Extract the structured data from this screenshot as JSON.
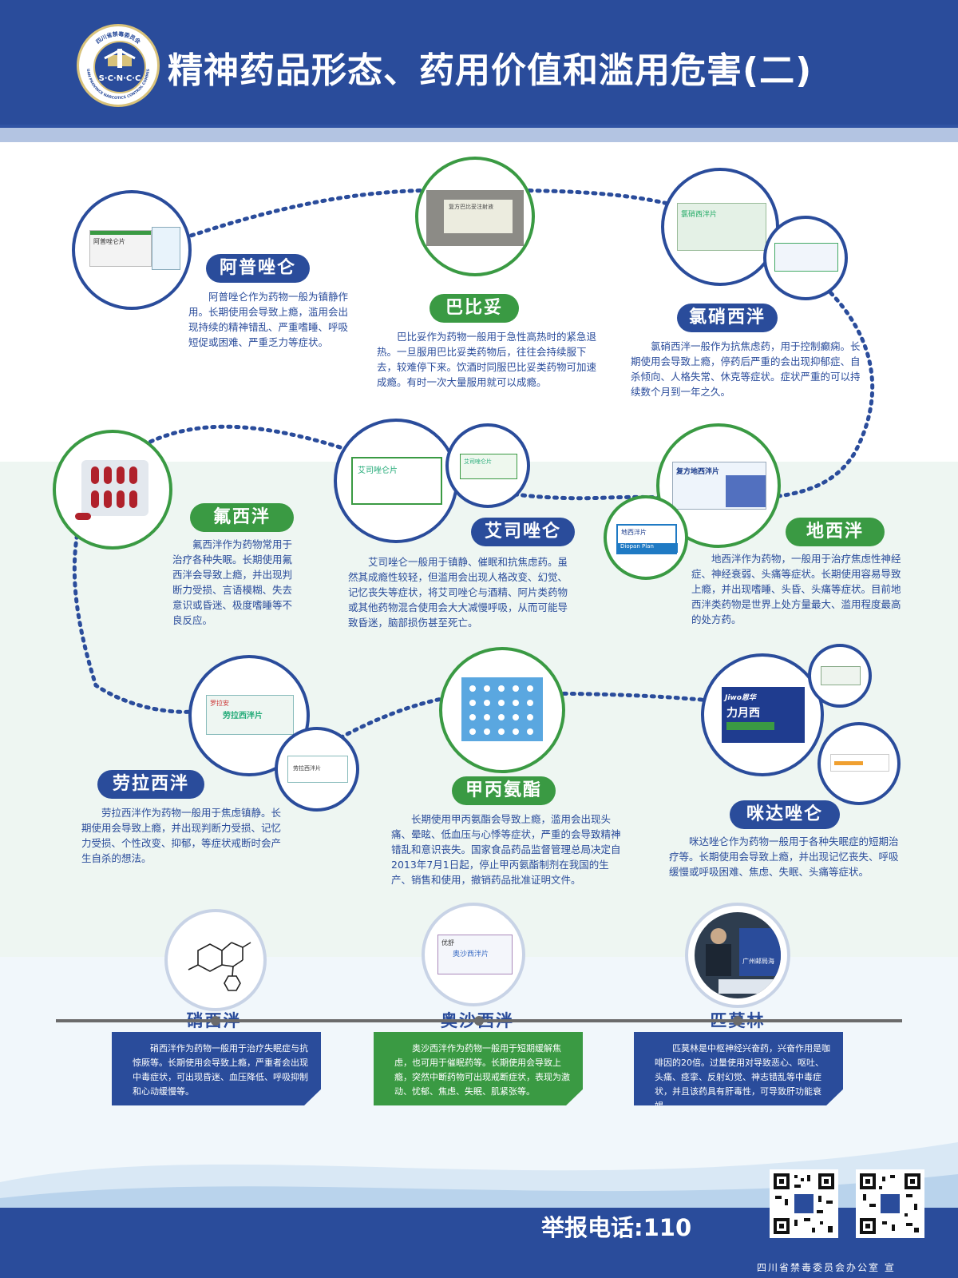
{
  "header": {
    "title": "精神药品形态、药用价值和滥用危害(二)",
    "logo_text": "S·C·N·C·C",
    "logo_ring_top": "四川省禁毒委员会",
    "logo_ring_bottom": "SICHUAN PROVINCE NARCOTICS CONTROL COMMISSION"
  },
  "drugs": [
    {
      "name": "阿普唑仑",
      "desc": "阿普唑仑作为药物一般为镇静作用。长期使用会导致上瘾，滥用会出现持续的精神错乱、严重嗜睡、呼吸短促或困难、严重乏力等症状。"
    },
    {
      "name": "巴比妥",
      "desc": "巴比妥作为药物一般用于急性高热时的紧急退热。一旦服用巴比妥类药物后，往往会持续服下去，较难停下来。饮酒时同服巴比妥类药物可加速成瘾。有时一次大量服用就可以成瘾。"
    },
    {
      "name": "氯硝西泮",
      "desc": "氯硝西泮一般作为抗焦虑药，用于控制癫痫。长期使用会导致上瘾，停药后严重的会出现抑郁症、自杀倾向、人格失常、休克等症状。症状严重的可以持续数个月到一年之久。"
    },
    {
      "name": "氟西泮",
      "desc": "氟西泮作为药物常用于治疗各种失眠。长期使用氟西泮会导致上瘾，并出现判断力受损、言语模糊、失去意识或昏迷、极度嗜睡等不良反应。"
    },
    {
      "name": "艾司唑仑",
      "desc": "艾司唑仑一般用于镇静、催眠和抗焦虑药。虽然其成瘾性较轻，但滥用会出现人格改变、幻觉、记忆丧失等症状，将艾司唑仑与酒精、阿片类药物或其他药物混合使用会大大减慢呼吸，从而可能导致昏迷，脑部损伤甚至死亡。"
    },
    {
      "name": "地西泮",
      "desc": "地西泮作为药物，一般用于治疗焦虑性神经症、神经衰弱、头痛等症状。长期使用容易导致上瘾，并出现嗜睡、头昏、头痛等症状。目前地西泮类药物是世界上处方量最大、滥用程度最高的处方药。"
    },
    {
      "name": "劳拉西泮",
      "desc": "劳拉西泮作为药物一般用于焦虑镇静。长期使用会导致上瘾，并出现判断力受损、记忆力受损、个性改变、抑郁，等症状戒断时会产生自杀的想法。"
    },
    {
      "name": "甲丙氨酯",
      "desc": "长期使用甲丙氨酯会导致上瘾，滥用会出现头痛、晕眩、低血压与心悸等症状，严重的会导致精神错乱和意识丧失。国家食品药品监督管理总局决定自2013年7月1日起，停止甲丙氨酯制剂在我国的生产、销售和使用，撤销药品批准证明文件。"
    },
    {
      "name": "咪达唑仑",
      "desc": "咪达唑仑作为药物一般用于各种失眠症的短期治疗等。长期使用会导致上瘾，并出现记忆丧失、呼吸缓慢或呼吸困难、焦虑、失眠、头痛等症状。"
    }
  ],
  "packs": {
    "apu": "阿普唑仑片",
    "babi": "复方巴比妥注射液",
    "luxiao": "氯硝西泮片",
    "aisi": "艾司唑仑片",
    "aisi2": "艾司唑仑片",
    "dixi": "复方地西泮片",
    "dixi2": "地西泮片",
    "dixi_brand": "Diopan Plan",
    "laola": "劳拉西泮片",
    "laola_brand": "罗拉安",
    "laola2": "劳拉西泮片",
    "mida": "力月西",
    "mida_brand": "Jiwo恩华",
    "osha": "奥沙西泮片",
    "osha_brand": "优舒",
    "police": "广州邮局海"
  },
  "timeline": [
    {
      "name": "硝西泮",
      "desc": "硝西泮作为药物一般用于治疗失眠症与抗惊厥等。长期使用会导致上瘾，严重者会出现中毒症状，可出现昏迷、血压降低、呼吸抑制和心动缓慢等。"
    },
    {
      "name": "奥沙西泮",
      "desc": "奥沙西泮作为药物一般用于短期缓解焦虑，也可用于催眠药等。长期使用会导致上瘾，突然中断药物可出现戒断症状，表现为激动、忧郁、焦虑、失眠、肌紧张等。"
    },
    {
      "name": "匹莫林",
      "desc": "匹莫林是中枢神经兴奋药，兴奋作用是咖啡因的20倍。过量使用对导致恶心、呕吐、头痛、痉挛、反射幻觉、神志错乱等中毒症状，并且该药具有肝毒性，可导致肝功能衰竭。"
    }
  ],
  "footer": {
    "report": "举报电话:110",
    "org": "四川省禁毒委员会办公室 宣"
  },
  "colors": {
    "blue": "#2a4c9b",
    "green": "#3a9a43"
  }
}
